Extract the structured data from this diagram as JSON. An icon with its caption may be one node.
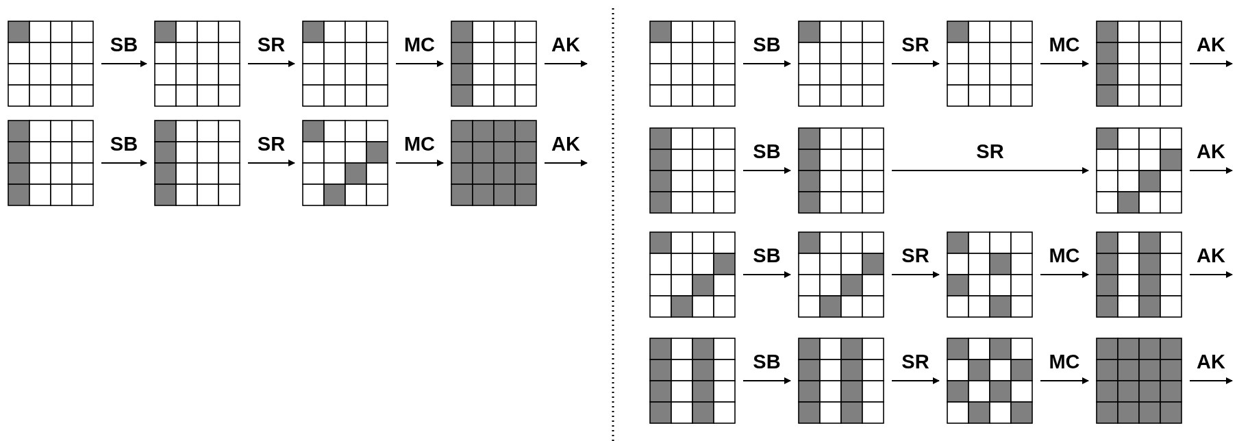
{
  "diagram": {
    "nodes": [
      {
        "text": [],
        "shape": "grid"
      },
      {
        "text": [],
        "shape": "grid"
      },
      {
        "text": [],
        "shape": "grid"
      },
      {
        "text": [],
        "shape": "grid"
      },
      {
        "text": [],
        "shape": "grid"
      },
      {
        "text": [],
        "shape": "grid"
      },
      {
        "text": [],
        "shape": "grid"
      },
      {
        "text": [],
        "shape": "grid"
      },
      {
        "text": [],
        "shape": "grid"
      },
      {
        "text": [],
        "shape": "grid"
      },
      {
        "text": [],
        "shape": "grid"
      },
      {
        "text": [],
        "shape": "grid"
      },
      {
        "text": [],
        "shape": "grid"
      },
      {
        "text": [],
        "shape": "grid"
      },
      {
        "text": [],
        "shape": "grid"
      },
      {
        "text": [],
        "shape": "grid"
      },
      {
        "text": [],
        "shape": "grid"
      },
      {
        "text": [],
        "shape": "grid"
      },
      {
        "text": [],
        "shape": "grid"
      },
      {
        "text": [],
        "shape": "grid"
      },
      {
        "text": [],
        "shape": "grid"
      },
      {
        "text": [],
        "shape": "grid"
      },
      {
        "text": [],
        "shape": "grid"
      }
    ],
    "edges": [
      {
        "from": 0,
        "to": 1,
        "arrow": "to",
        "label": "SB"
      },
      {
        "from": 1,
        "to": 2,
        "arrow": "to",
        "label": "SR"
      },
      {
        "from": 2,
        "to": 3,
        "arrow": "to",
        "label": "MC"
      },
      {
        "from": 3,
        "to": null,
        "arrow": "to",
        "label": "AK"
      },
      {
        "from": 4,
        "to": 5,
        "arrow": "to",
        "label": "SB"
      },
      {
        "from": 5,
        "to": 6,
        "arrow": "to",
        "label": "SR"
      },
      {
        "from": 6,
        "to": 7,
        "arrow": "to",
        "label": "MC"
      },
      {
        "from": 7,
        "to": null,
        "arrow": "to",
        "label": "AK"
      },
      {
        "from": 8,
        "to": 9,
        "arrow": "to",
        "label": "SB"
      },
      {
        "from": 9,
        "to": 10,
        "arrow": "to",
        "label": "SR"
      },
      {
        "from": 10,
        "to": 11,
        "arrow": "to",
        "label": "MC"
      },
      {
        "from": 11,
        "to": null,
        "arrow": "to",
        "label": "AK"
      },
      {
        "from": 12,
        "to": 13,
        "arrow": "to",
        "label": "SB"
      },
      {
        "from": 13,
        "to": 14,
        "arrow": "to",
        "label": "SR"
      },
      {
        "from": 14,
        "to": null,
        "arrow": "to",
        "label": "AK"
      },
      {
        "from": 15,
        "to": 16,
        "arrow": "to",
        "label": "SB"
      },
      {
        "from": 16,
        "to": 17,
        "arrow": "to",
        "label": "SR"
      },
      {
        "from": 17,
        "to": 18,
        "arrow": "to",
        "label": "MC"
      },
      {
        "from": 18,
        "to": null,
        "arrow": "to",
        "label": "AK"
      },
      {
        "from": 19,
        "to": 20,
        "arrow": "to",
        "label": "SB"
      },
      {
        "from": 20,
        "to": 21,
        "arrow": "to",
        "label": "SR"
      },
      {
        "from": 21,
        "to": 22,
        "arrow": "to",
        "label": "MC"
      },
      {
        "from": 22,
        "to": null,
        "arrow": "to",
        "label": "AK"
      }
    ]
  }
}
